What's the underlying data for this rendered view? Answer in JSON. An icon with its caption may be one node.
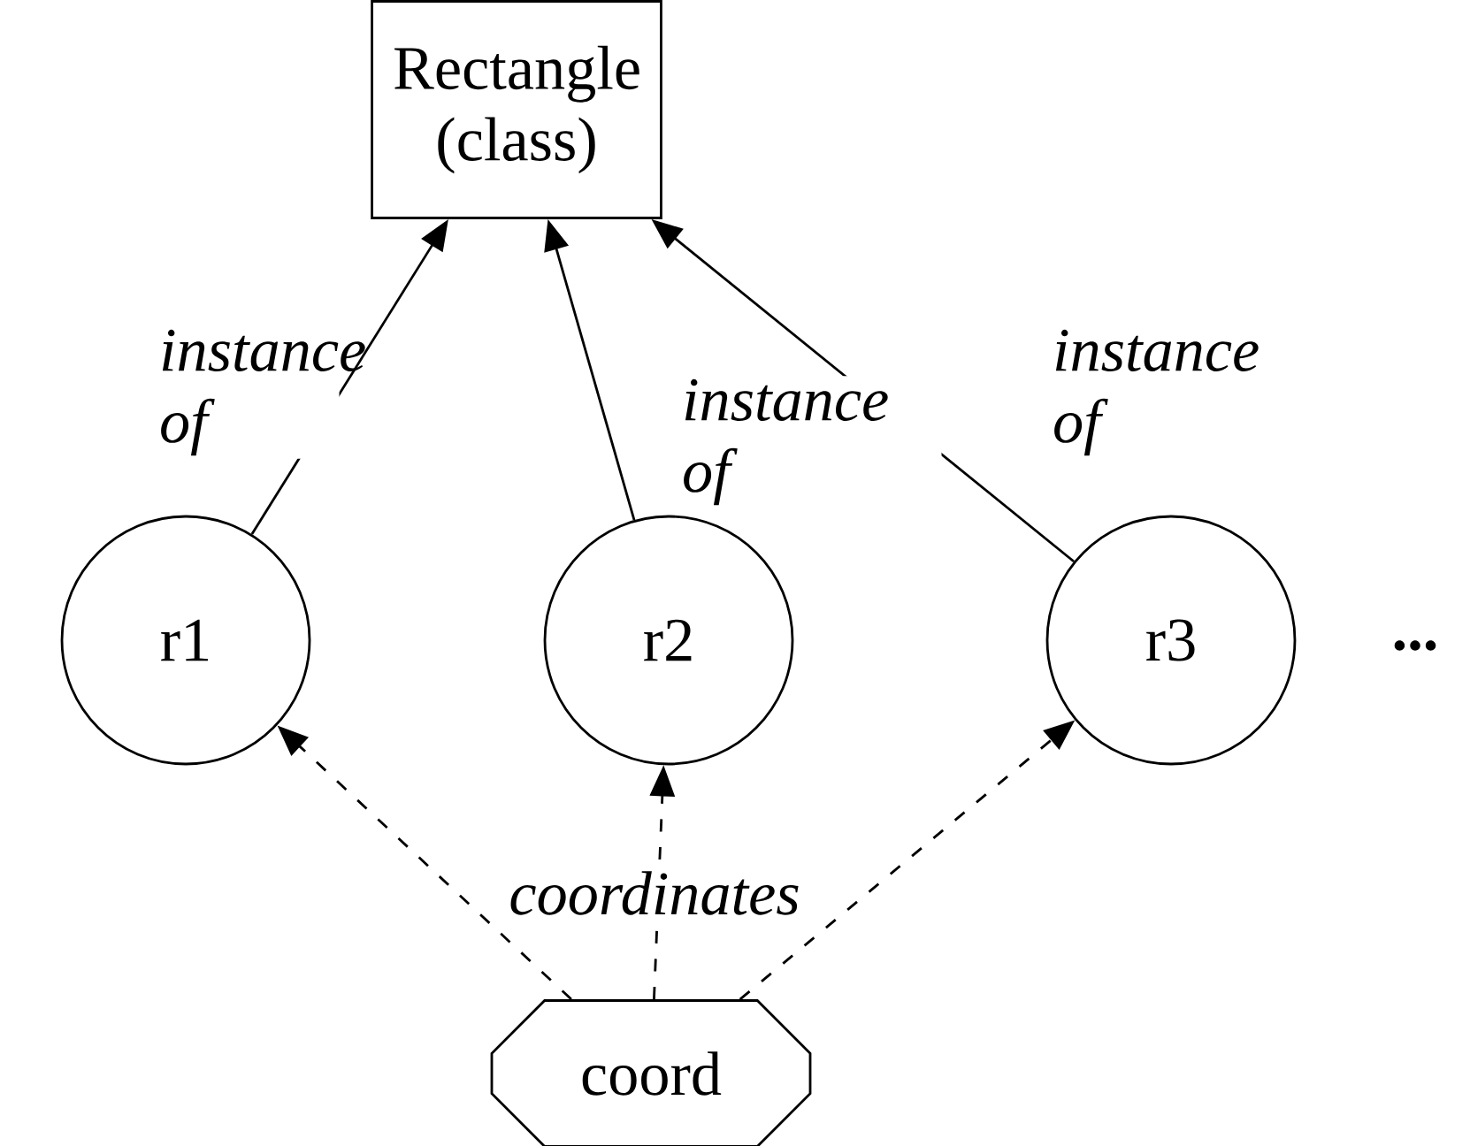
{
  "diagram": {
    "nodes": [
      {
        "text": [
          "Rectangle (class)"
        ]
      },
      {
        "text": [
          "r1"
        ]
      },
      {
        "text": [
          "r2"
        ]
      },
      {
        "text": [
          "r3"
        ]
      },
      {
        "text": [
          "coord"
        ]
      }
    ],
    "edges": [
      {
        "from": 1,
        "to": 0,
        "arrow": "to",
        "label": "instance of"
      },
      {
        "from": 2,
        "to": 0,
        "arrow": "to",
        "label": "instance of"
      },
      {
        "from": 3,
        "to": 0,
        "arrow": "to",
        "label": "instance of"
      },
      {
        "from": 4,
        "to": 1,
        "arrow": "to",
        "style": "dashed"
      },
      {
        "from": 4,
        "to": 2,
        "arrow": "to",
        "style": "dashed",
        "label": "coordinates"
      },
      {
        "from": 4,
        "to": 3,
        "arrow": "to",
        "style": "dashed"
      }
    ],
    "labels": [
      "..."
    ]
  }
}
